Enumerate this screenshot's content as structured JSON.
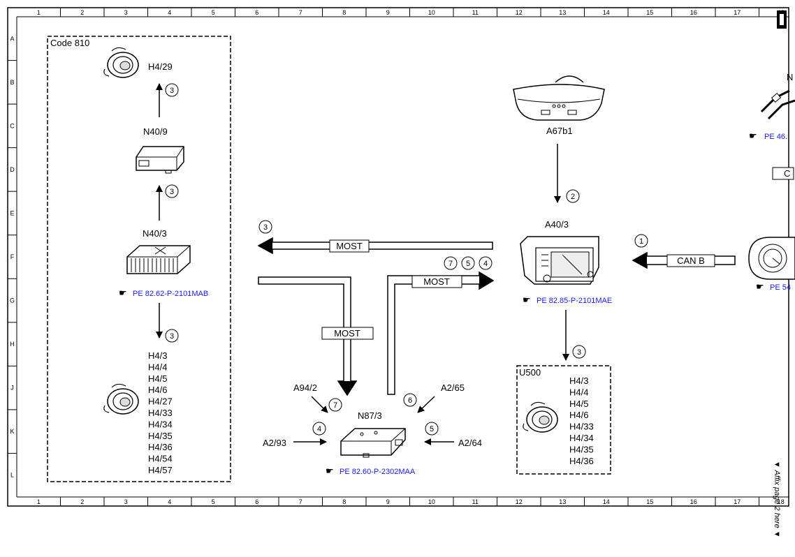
{
  "grid": {
    "columns": [
      "1",
      "2",
      "3",
      "4",
      "5",
      "6",
      "7",
      "8",
      "9",
      "10",
      "11",
      "12",
      "13",
      "14",
      "15",
      "16",
      "17",
      "18"
    ],
    "rows": [
      "A",
      "B",
      "C",
      "D",
      "E",
      "F",
      "G",
      "H",
      "J",
      "K",
      "L"
    ]
  },
  "code_box": {
    "label": "Code 810"
  },
  "left_column": {
    "top_speaker": "H4/29",
    "n40_9": "N40/9",
    "n40_3": "N40/3",
    "n40_3_ref": "PE 82.62-P-2101MAB",
    "speaker_list": [
      "H4/3",
      "H4/4",
      "H4/5",
      "H4/6",
      "H4/27",
      "H4/33",
      "H4/34",
      "H4/35",
      "H4/36",
      "H4/54",
      "H4/57"
    ],
    "arrow_nums": [
      "3",
      "3",
      "3"
    ]
  },
  "center": {
    "most_left": "MOST",
    "most_mid": "MOST",
    "most_right": "MOST",
    "num_left": "3",
    "nums_right": [
      "7",
      "5",
      "4"
    ],
    "n87_3": "N87/3",
    "n87_3_ref": "PE 82.60-P-2302MAA",
    "a94_2": "A94/2",
    "a2_65": "A2/65",
    "a2_93": "A2/93",
    "a2_64": "A2/64",
    "num_a94": "7",
    "num_a2_65": "6",
    "num_a2_93": "4",
    "num_a2_64": "5"
  },
  "right": {
    "a67b1": "A67b1",
    "num_a67": "2",
    "a40_3": "A40/3",
    "a40_3_ref": "PE 82.85-P-2101MAE",
    "can_b": "CAN B",
    "num_can": "1",
    "num_u500": "3",
    "u500_label": "U500",
    "u500_list": [
      "H4/3",
      "H4/4",
      "H4/5",
      "H4/6",
      "H4/33",
      "H4/34",
      "H4/35",
      "H4/36"
    ]
  },
  "edge": {
    "ref_top": "PE 46.",
    "ref_right": "PE 54",
    "box_partial": "C",
    "letter_partial": "N",
    "affix_text": "Affix page 2 here"
  }
}
